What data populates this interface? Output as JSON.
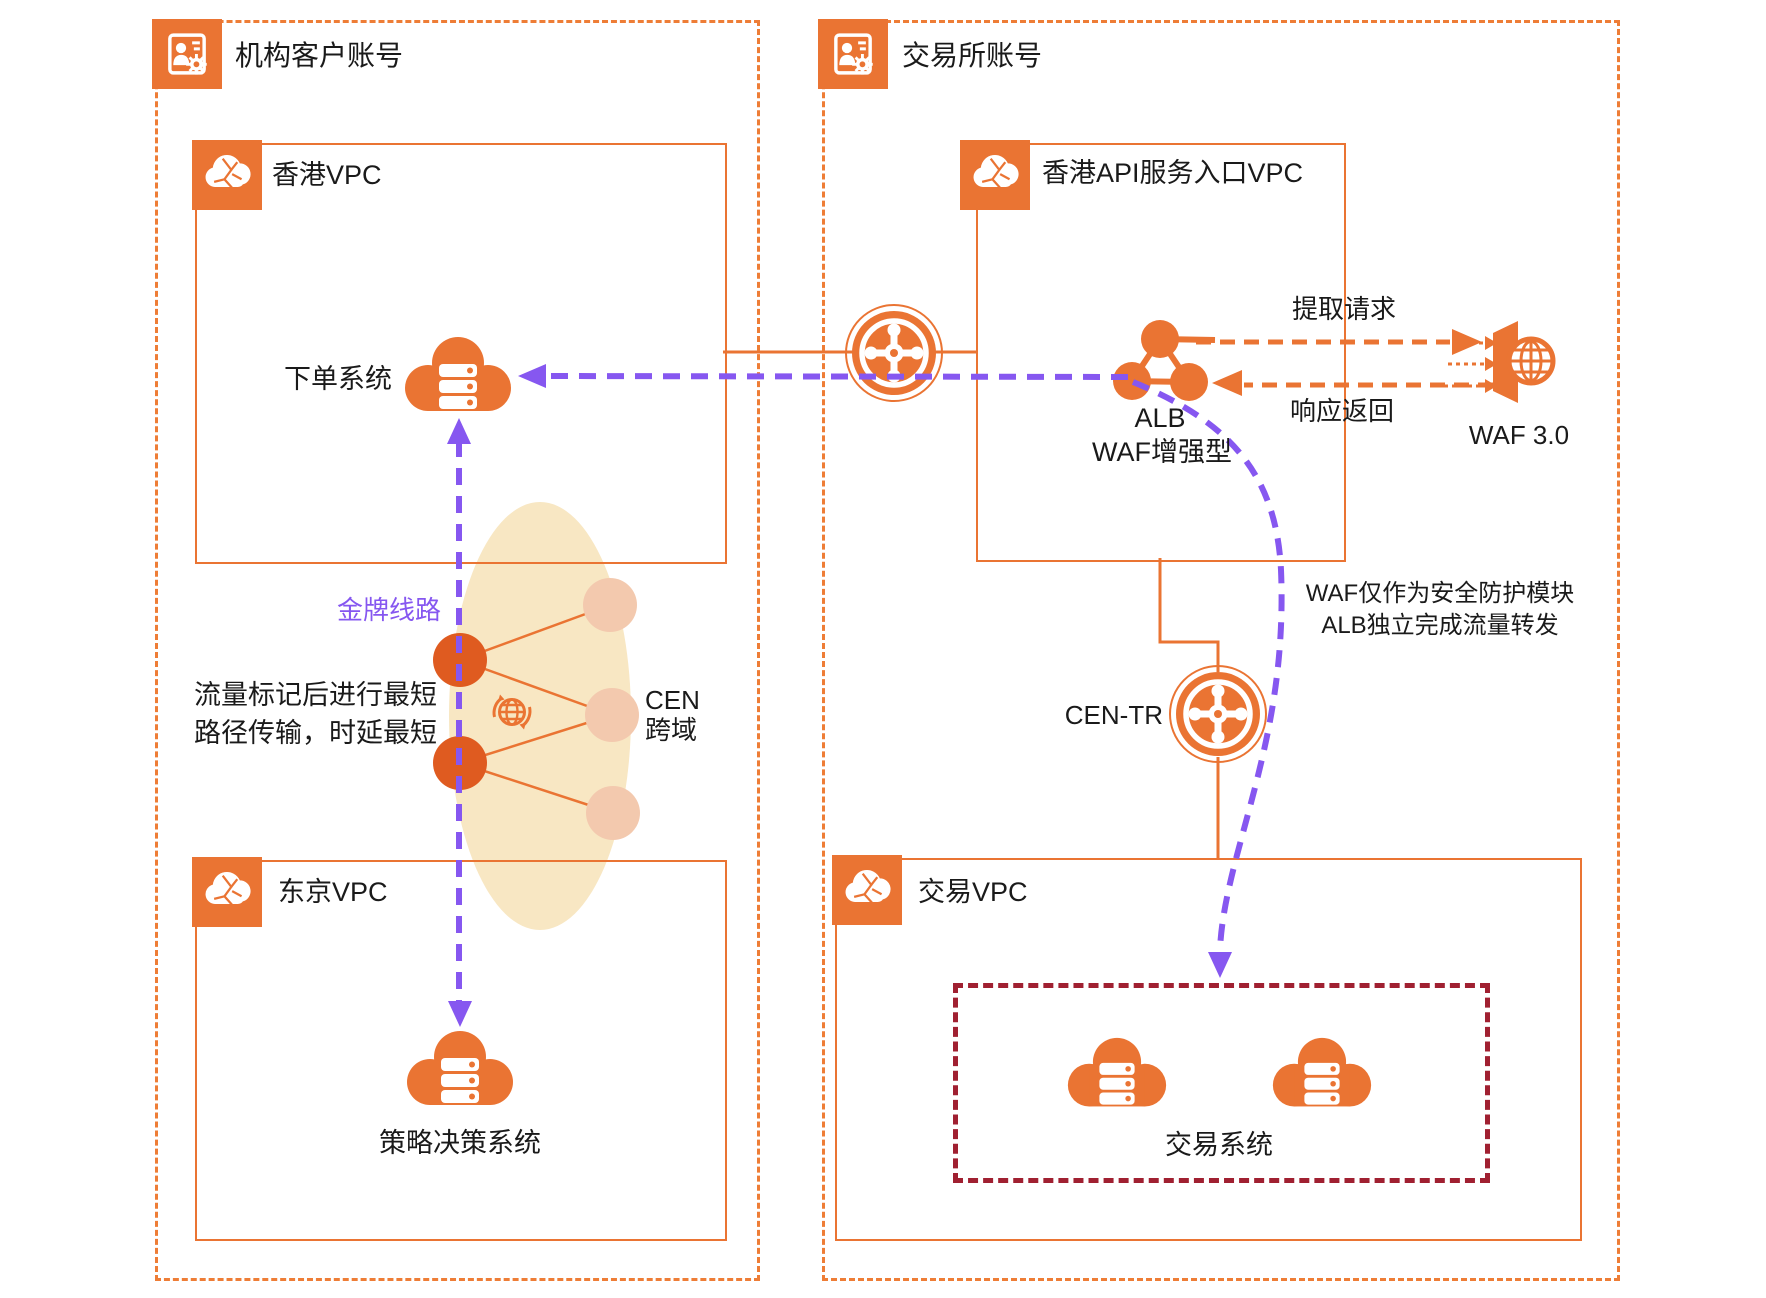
{
  "colors": {
    "orange": "#EA7433",
    "orange_border": "#EE7D36",
    "deep_orange": "#DF5B20",
    "pink": "#F3C9AE",
    "cream": "#F8E7C3",
    "purple": "#8657F0",
    "dark_red": "#A02031",
    "text": "#1A1A1A"
  },
  "accounts": {
    "customer": {
      "title": "机构客户账号"
    },
    "exchange": {
      "title": "交易所账号"
    }
  },
  "vpcs": {
    "hk": {
      "title": "香港VPC"
    },
    "tokyo": {
      "title": "东京VPC"
    },
    "hk_api": {
      "title": "香港API服务入口VPC"
    },
    "trade": {
      "title": "交易VPC"
    }
  },
  "systems": {
    "order": "下单系统",
    "strategy": "策略决策系统",
    "trading": "交易系统"
  },
  "alb": {
    "name": "ALB",
    "type": "WAF增强型"
  },
  "waf": {
    "label": "WAF 3.0",
    "note_line1": "WAF仅作为安全防护模块",
    "note_line2": "ALB独立完成流量转发"
  },
  "cen": {
    "line1": "CEN",
    "line2": "跨域",
    "tr": "CEN-TR"
  },
  "flows": {
    "request": "提取请求",
    "response": "响应返回",
    "gold_line": "金牌线路",
    "note_line1": "流量标记后进行最短",
    "note_line2": "路径传输，时延最短"
  }
}
